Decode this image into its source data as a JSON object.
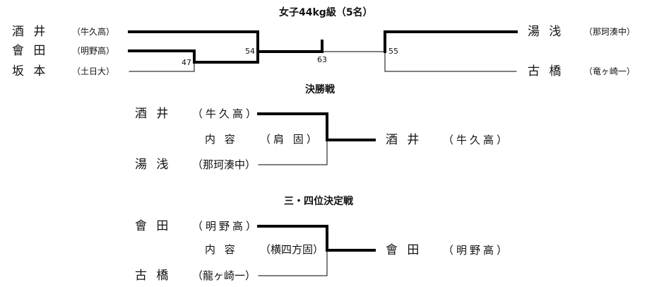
{
  "title": "女子44kg級（5名）",
  "bracket": {
    "left": [
      {
        "name": "酒 井",
        "affiliation": "（牛久高）"
      },
      {
        "name": "會 田",
        "affiliation": "（明野高）"
      },
      {
        "name": "坂 本",
        "affiliation": "（土日大）"
      }
    ],
    "right": [
      {
        "name": "湯 浅",
        "affiliation": "（那珂湊中）"
      },
      {
        "name": "古 橋",
        "affiliation": "（竜ヶ崎一）"
      }
    ],
    "match_numbers": [
      "47",
      "54",
      "63",
      "55"
    ]
  },
  "final": {
    "title": "決勝戦",
    "player1": {
      "name": "酒 井",
      "affiliation": "（牛久高）"
    },
    "player2": {
      "name": "湯 浅",
      "affiliation": "（那珂湊中）"
    },
    "method_label": "内 容",
    "method": "（肩 固）",
    "winner": {
      "name": "酒 井",
      "affiliation": "（牛久高）"
    }
  },
  "third": {
    "title": "三・四位決定戦",
    "player1": {
      "name": "會 田",
      "affiliation": "（明野高）"
    },
    "player2": {
      "name": "古 橋",
      "affiliation": "（龍ヶ崎一）"
    },
    "method_label": "内 容",
    "method": "（横四方固）",
    "winner": {
      "name": "會 田",
      "affiliation": "（明野高）"
    }
  }
}
